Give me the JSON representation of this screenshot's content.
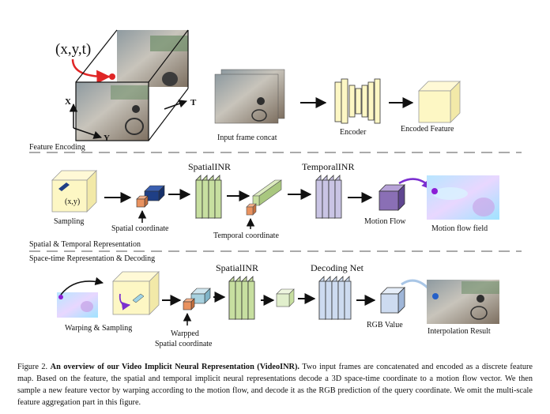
{
  "section1": {
    "label": "Feature Encoding",
    "coord_label": "(x,y,t)",
    "axis_x": "X",
    "axis_y": "Y",
    "axis_t": "T",
    "input_label": "Input frame concat",
    "encoder_label": "Encoder",
    "encoded_label": "Encoded Feature"
  },
  "section2": {
    "label": "Spatial & Temporal Representation",
    "sampling_label": "Sampling",
    "xy_label": "(x,y)",
    "spatial_coord_label": "Spatial coordinate",
    "spatial_inr_label": "SpatialINR",
    "temporal_inr_label": "TemporalINR",
    "temporal_coord_label": "Temporal coordinate",
    "motion_flow_label": "Motion Flow",
    "motion_field_label": "Motion flow field"
  },
  "section3": {
    "label": "Space-time Representation & Decoding",
    "warping_label": "Warping & Sampling",
    "warpped_label_1": "Warpped",
    "warpped_label_2": "Spatial coordinate",
    "spatial_inr_label": "SpatialINR",
    "decoding_net_label": "Decoding Net",
    "rgb_label": "RGB Value",
    "interp_label": "Interpolation Result"
  },
  "caption": {
    "prefix": "Figure 2. ",
    "bold": "An overview of our Video Implicit Neural Representation (VideoINR).",
    "body": " Two input frames are concatenated and encoded as a discrete feature map. Based on the feature, the spatial and temporal implicit neural representations decode a 3D space-time coordinate to a motion flow vector. We then sample a new feature vector by warping according to the motion flow, and decode it as the RGB prediction of the query coordinate. We omit the multi-scale feature aggregation part in this figure."
  },
  "colors": {
    "cube_yellow": "#fdf7c4",
    "inr_green": "#c7dfa0",
    "temporal_purple": "#c9c4e4",
    "motion_violet": "#8a6fb5",
    "coord_orange": "#e9925f",
    "coord_navy": "#1f3f86",
    "arrow_red": "#e02626",
    "rgb_blue": "#cddbf0"
  }
}
